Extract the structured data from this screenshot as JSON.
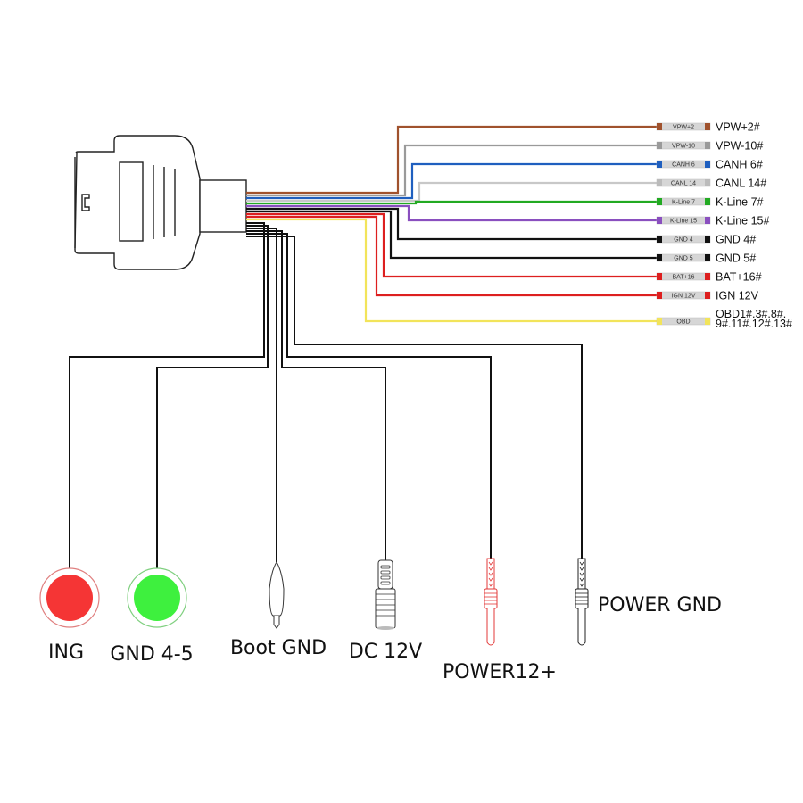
{
  "diagram": {
    "title": "",
    "connector": "OBD-II male connector",
    "pins": [
      {
        "sleeve": "VPW+2",
        "label": "VPW+2#",
        "color": "#a0522d"
      },
      {
        "sleeve": "VPW-10",
        "label": "VPW-10#",
        "color": "#9a9a9a"
      },
      {
        "sleeve": "CANH 6",
        "label": "CANH 6#",
        "color": "#1f5fbf"
      },
      {
        "sleeve": "CANL 14",
        "label": "CANL 14#",
        "color": "#d0d0d0"
      },
      {
        "sleeve": "K-Line 7",
        "label": "K-Line 7#",
        "color": "#22aa22"
      },
      {
        "sleeve": "K-Line 15",
        "label": "K-Line 15#",
        "color": "#8a4fbf"
      },
      {
        "sleeve": "GND 4",
        "label": "GND 4#",
        "color": "#111111"
      },
      {
        "sleeve": "GND 5",
        "label": "GND 5#",
        "color": "#111111"
      },
      {
        "sleeve": "BAT+16",
        "label": "BAT+16#",
        "color": "#dd1f1f"
      },
      {
        "sleeve": "IGN 12V",
        "label": "IGN 12V",
        "color": "#dd1f1f"
      },
      {
        "sleeve": "OBD",
        "label": "OBD1#.3#.8#.",
        "label2": "9#.11#.12#.13#",
        "color": "#f2e45a"
      }
    ],
    "outputs": [
      {
        "label": "ING",
        "type": "red-button",
        "color": "#f53535"
      },
      {
        "label": "GND 4-5",
        "type": "green-button",
        "color": "#3ef03e"
      },
      {
        "label": "Boot GND",
        "type": "alligator-clip"
      },
      {
        "label": "DC 12V",
        "type": "dc-jack"
      },
      {
        "label": "POWER12+",
        "type": "probe",
        "color": "#e33a3a"
      },
      {
        "label": "POWER GND",
        "type": "probe",
        "color": "#222222"
      }
    ]
  }
}
